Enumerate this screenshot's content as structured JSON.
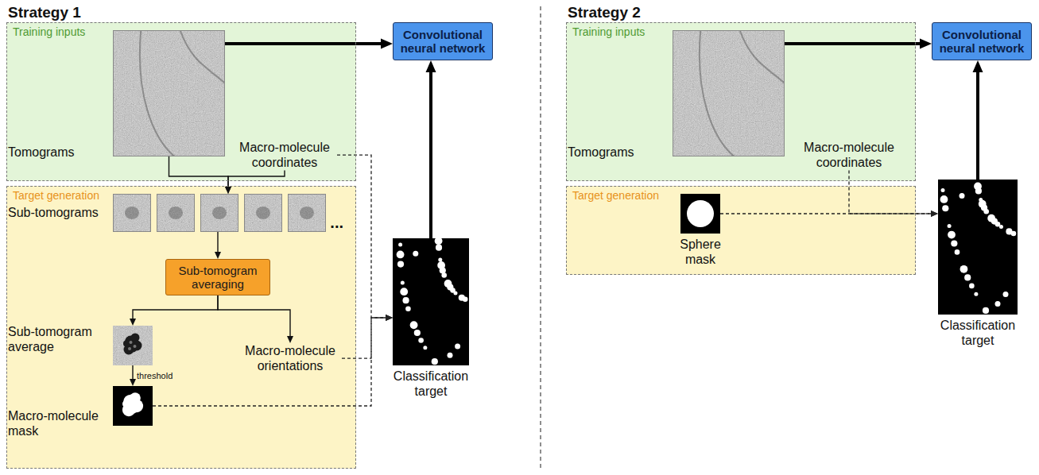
{
  "diagram": {
    "nodes": [
      {
        "text": [
          "Training inputs"
        ]
      },
      {
        "text": [
          "Tomograms"
        ],
        "in": 0
      },
      {
        "text": [
          "Macro-molecule coordinates"
        ],
        "in": 0
      },
      {
        "text": [
          "Convolutional neural network"
        ]
      },
      {
        "text": [
          "Target generation"
        ]
      },
      {
        "text": [
          "Sub-tomograms",
          "..."
        ],
        "in": 4
      },
      {
        "text": [
          "Sub-tomogram averaging"
        ],
        "in": 4
      },
      {
        "text": [
          "Sub-tomogram average"
        ],
        "in": 4
      },
      {
        "text": [
          "Macro-molecule orientations"
        ],
        "in": 4
      },
      {
        "text": [
          "Macro-molecule mask"
        ],
        "in": 4
      },
      {
        "text": [
          "Classification target"
        ]
      },
      {
        "text": [
          "Training inputs"
        ]
      },
      {
        "text": [
          "Tomograms"
        ],
        "in": 11
      },
      {
        "text": [
          "Macro-molecule coordinates"
        ],
        "in": 11
      },
      {
        "text": [
          "Convolutional neural network"
        ]
      },
      {
        "text": [
          "Target generation"
        ]
      },
      {
        "text": [
          "Sphere mask"
        ],
        "in": 15
      },
      {
        "text": [
          "Classification target"
        ]
      }
    ],
    "edges": [
      {
        "from": 1,
        "to": 3,
        "arrow": "to"
      },
      {
        "from": 1,
        "to": 5,
        "arrow": "to"
      },
      {
        "from": 2,
        "to": 5,
        "arrow": "to"
      },
      {
        "from": 5,
        "to": 6,
        "arrow": "to"
      },
      {
        "from": 6,
        "to": 7,
        "arrow": "to"
      },
      {
        "from": 6,
        "to": 8,
        "arrow": "to"
      },
      {
        "from": 7,
        "to": 9,
        "arrow": "to",
        "label": "threshold"
      },
      {
        "from": 2,
        "to": 10,
        "arrow": "to"
      },
      {
        "from": 8,
        "to": 10,
        "arrow": "to"
      },
      {
        "from": 9,
        "to": 10,
        "arrow": "to"
      },
      {
        "from": 10,
        "to": 3,
        "arrow": "to"
      },
      {
        "from": 12,
        "to": 14,
        "arrow": "to"
      },
      {
        "from": 13,
        "to": 17,
        "arrow": "to"
      },
      {
        "from": 16,
        "to": 17,
        "arrow": "to"
      },
      {
        "from": 17,
        "to": 14,
        "arrow": "to"
      }
    ],
    "labels": [
      "Strategy 1",
      "Strategy 2"
    ]
  }
}
